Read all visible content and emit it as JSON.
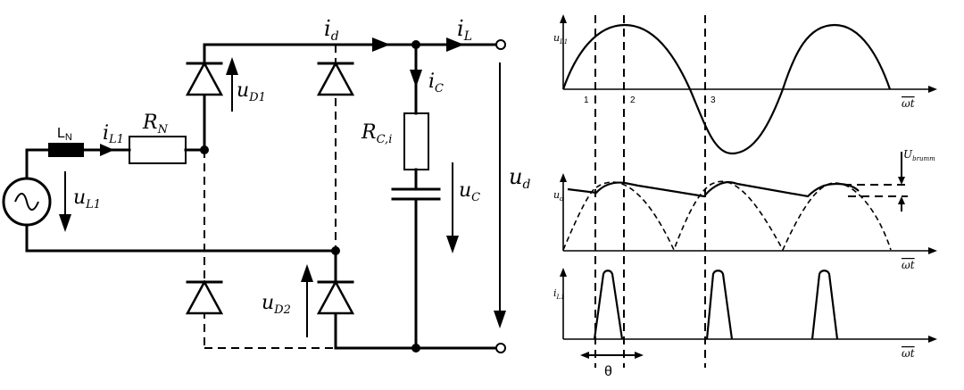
{
  "circuit": {
    "source_inductor": "L",
    "source_inductor_sub": "N",
    "source_current": "i",
    "source_current_sub": "L1",
    "source_resistor": "R",
    "source_resistor_sub": "N",
    "source_voltage": "u",
    "source_voltage_sub": "L1",
    "diode_voltage_1": "u",
    "diode_voltage_1_sub": "D1",
    "diode_voltage_2": "u",
    "diode_voltage_2_sub": "D2",
    "dc_current": "i",
    "dc_current_sub": "d",
    "load_current": "i",
    "load_current_sub": "L",
    "cap_current": "i",
    "cap_current_sub": "C",
    "cap_resistance": "R",
    "cap_resistance_sub": "C,i",
    "cap_voltage": "u",
    "cap_voltage_sub": "C",
    "output_voltage": "u",
    "output_voltage_sub": "d"
  },
  "waveforms": {
    "top_ylabel": "u",
    "top_ylabel_sub": "L1",
    "mid_ylabel": "u",
    "mid_ylabel_sub": "d",
    "bottom_ylabel": "i",
    "bottom_ylabel_sub": "L1",
    "xlabel": "ωt",
    "marker_1": "1",
    "marker_2": "2",
    "marker_3": "3",
    "ripple_label": "U",
    "ripple_label_sub": "brumm",
    "angle_label": "θ"
  }
}
